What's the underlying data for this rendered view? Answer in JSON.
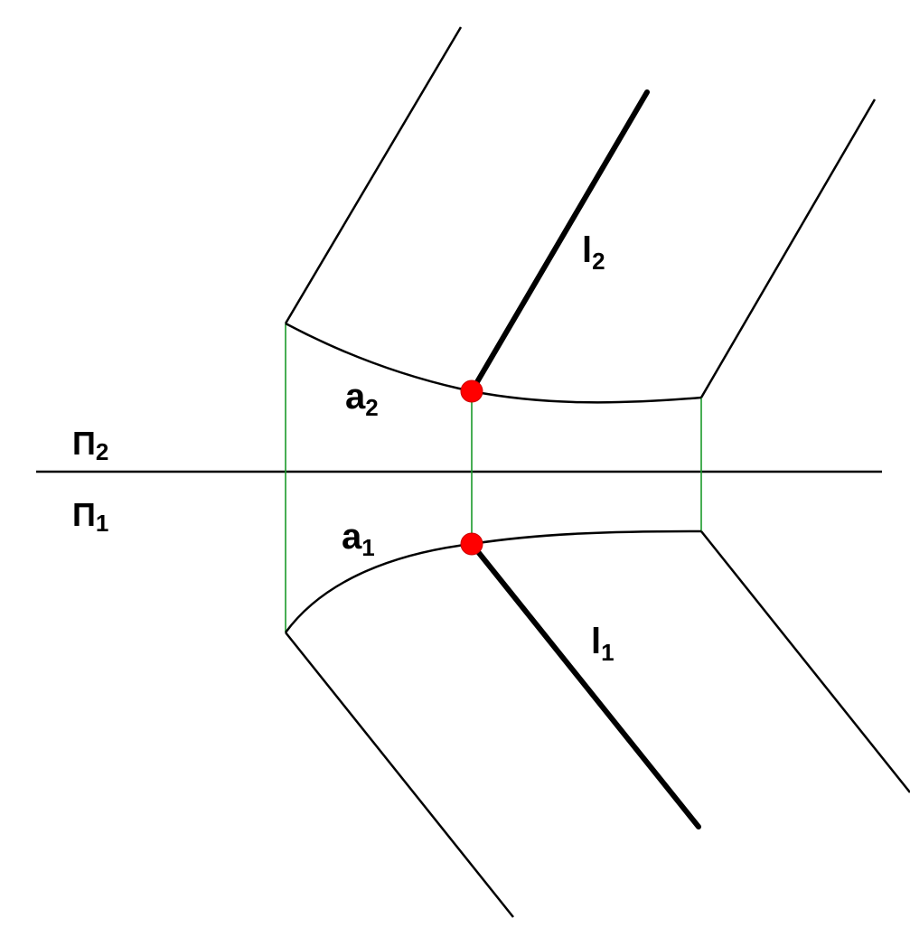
{
  "labels": {
    "plane_upper": "П",
    "plane_upper_sub": "2",
    "plane_lower": "П",
    "plane_lower_sub": "1",
    "curve_upper": "a",
    "curve_upper_sub": "2",
    "curve_lower": "a",
    "curve_lower_sub": "1",
    "line_upper": "l",
    "line_upper_sub": "2",
    "line_lower": "l",
    "line_lower_sub": "1"
  },
  "colors": {
    "stroke": "#000000",
    "projection_link": "#1a9a2a",
    "point": "#ff0000"
  }
}
